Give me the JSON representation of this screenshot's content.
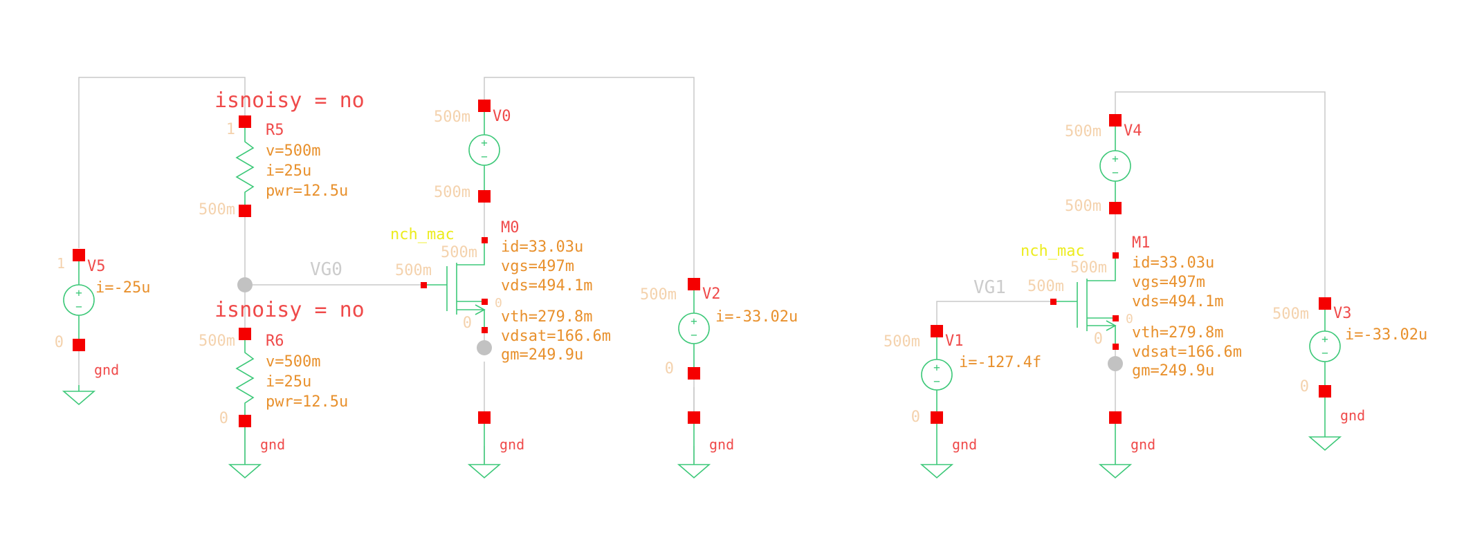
{
  "colors": {
    "background": "#ffffff",
    "wire": "#c8c8c8",
    "device": "#3cc878",
    "pin": "#f50000",
    "instance_label": "#ef4a4a",
    "parameter": "#e8902c",
    "node_voltage": "#f4d2ad",
    "model": "#ecec1e"
  },
  "annotations": {
    "isnoisy_top": "isnoisy = no",
    "isnoisy_bottom": "isnoisy = no"
  },
  "nets": {
    "vg0": "VG0",
    "vg1": "VG1"
  },
  "ground_label": "gnd",
  "node_voltages": {
    "r5_top": "1",
    "r5_bottom": "500m",
    "r6_top": "500m",
    "r6_bottom": "0",
    "v5_top": "1",
    "v5_bottom": "0",
    "v0_top": "500m",
    "v0_bottom": "500m",
    "m0_drain": "500m",
    "m0_gate": "500m",
    "m0_source": "0",
    "m0_bulk": "0",
    "v2_top": "500m",
    "v2_bottom": "0",
    "v4_top": "500m",
    "v4_bottom": "500m",
    "m1_drain": "500m",
    "m1_gate": "500m",
    "m1_source": "0",
    "m1_bulk": "0",
    "v1_top": "500m",
    "v1_bottom": "0",
    "v3_top": "500m",
    "v3_bottom": "0"
  },
  "devices": {
    "r5": {
      "name": "R5",
      "params": [
        "v=500m",
        "i=25u",
        "pwr=12.5u"
      ]
    },
    "r6": {
      "name": "R6",
      "params": [
        "v=500m",
        "i=25u",
        "pwr=12.5u"
      ]
    },
    "v5": {
      "name": "V5",
      "current": "i=-25u"
    },
    "v0": {
      "name": "V0"
    },
    "v2": {
      "name": "V2",
      "current": "i=-33.02u"
    },
    "v4": {
      "name": "V4"
    },
    "v1": {
      "name": "V1",
      "current": "i=-127.4f"
    },
    "v3": {
      "name": "V3",
      "current": "i=-33.02u"
    },
    "m0": {
      "name": "M0",
      "model": "nch_mac",
      "params": [
        "id=33.03u",
        "vgs=497m",
        "vds=494.1m",
        "vth=279.8m",
        "vdsat=166.6m",
        "gm=249.9u"
      ]
    },
    "m1": {
      "name": "M1",
      "model": "nch_mac",
      "params": [
        "id=33.03u",
        "vgs=497m",
        "vds=494.1m",
        "vth=279.8m",
        "vdsat=166.6m",
        "gm=249.9u"
      ]
    }
  }
}
